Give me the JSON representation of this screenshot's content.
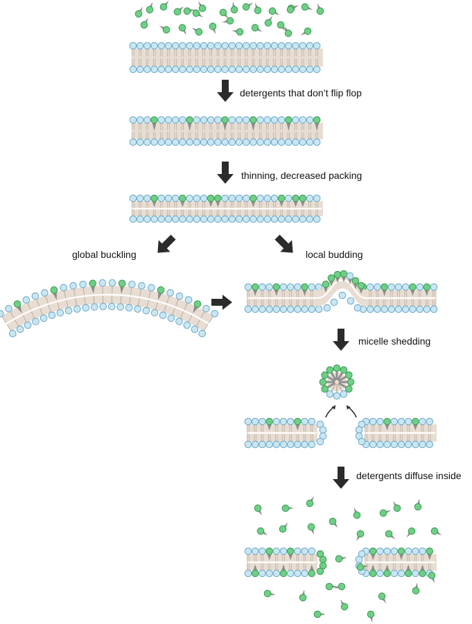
{
  "labels": {
    "step1": "detergents that don’t flip flop",
    "step2": "thinning, decreased packing",
    "left_branch": "global buckling",
    "right_branch": "local budding",
    "step4": "micelle shedding",
    "step5": "detergents diffuse inside"
  },
  "colors": {
    "lipid_head_fill": "#c9e6f2",
    "lipid_head_stroke": "#6aa8c8",
    "detergent_head_fill": "#6fcf86",
    "detergent_head_stroke": "#3a9a52",
    "detergent_tail": "#8f8f8f",
    "tail_band": "#e8ddd2",
    "tail_line": "#b3a79b",
    "arrow": "#2b2b2b"
  }
}
